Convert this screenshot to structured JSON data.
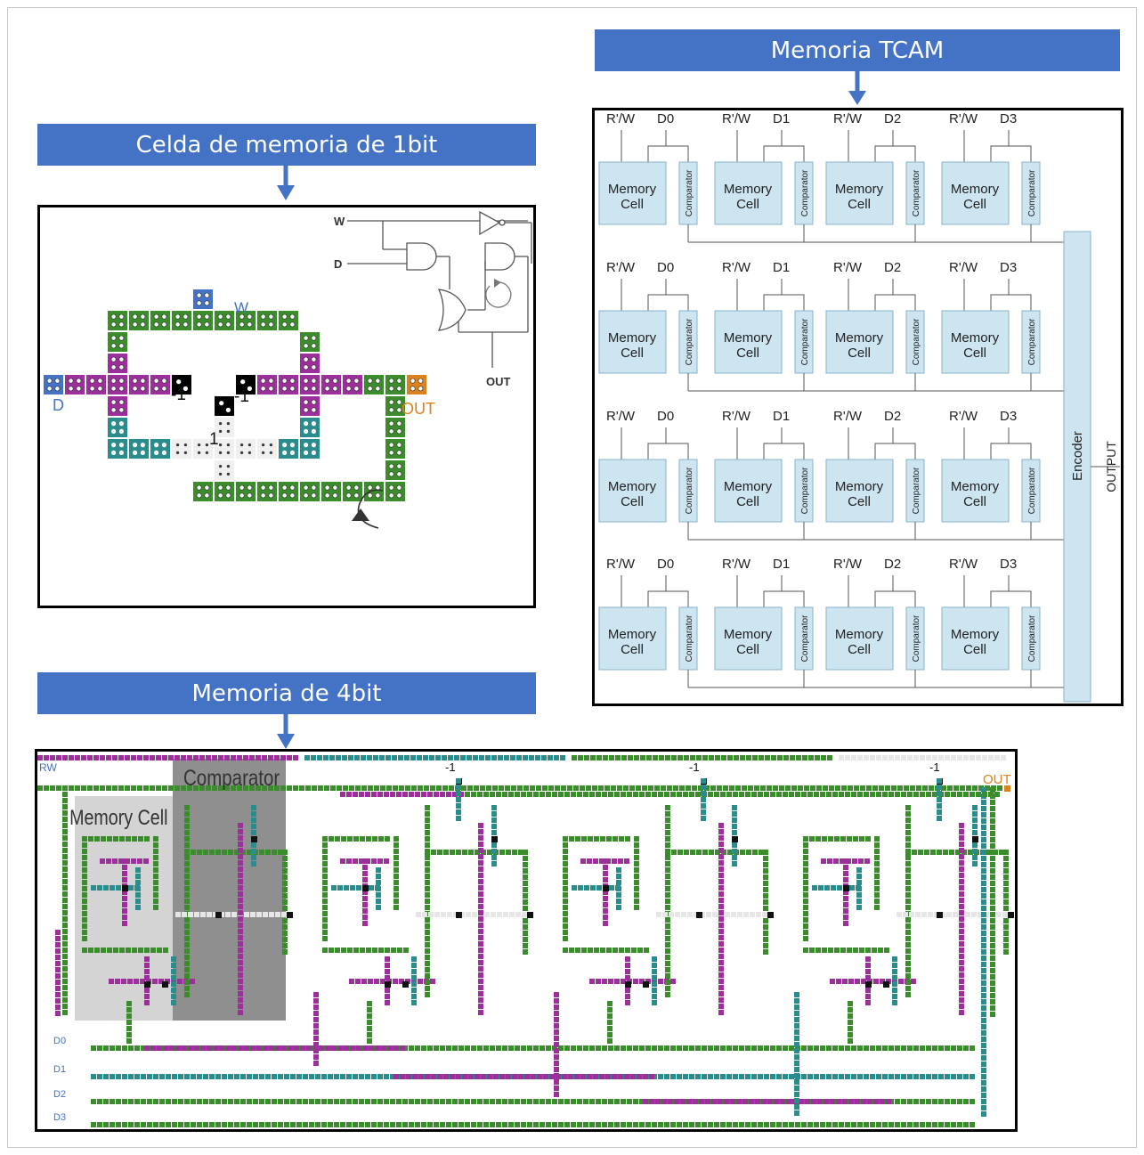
{
  "banners": {
    "tcam": "Memoria TCAM",
    "cell1bit": "Celda de memoria de 1bit",
    "mem4bit": "Memoria de 4bit"
  },
  "cell1bit": {
    "inputs": {
      "w": "W",
      "d": "D",
      "out": "OUT"
    },
    "grid_labels": {
      "w": "W",
      "d": "D",
      "out": "OUT",
      "neg1a": "-1",
      "neg1b": "-1",
      "one": "1"
    }
  },
  "tcam": {
    "rw_label": "R'/W",
    "data_labels": [
      "D0",
      "D1",
      "D2",
      "D3"
    ],
    "memory_cell": [
      "Memory",
      "Cell"
    ],
    "comparator": "Comparator",
    "encoder": "Encoder",
    "output": "OUTPUT"
  },
  "mem4bit": {
    "rw": "RW",
    "out": "OUT",
    "memory_cell": "Memory Cell",
    "comparator": "Comparator",
    "neg_labels": [
      "-1",
      "-1",
      "-1"
    ],
    "data_lines": [
      "D0",
      "D1",
      "D2",
      "D3"
    ]
  },
  "colors": {
    "banner": "#4472c4",
    "green": "#3a8d2a",
    "purple": "#9c2f9c",
    "teal": "#2a8c8c",
    "blue": "#4472c4",
    "orange": "#d9821e",
    "tcam_cell": "#cde4f1"
  }
}
